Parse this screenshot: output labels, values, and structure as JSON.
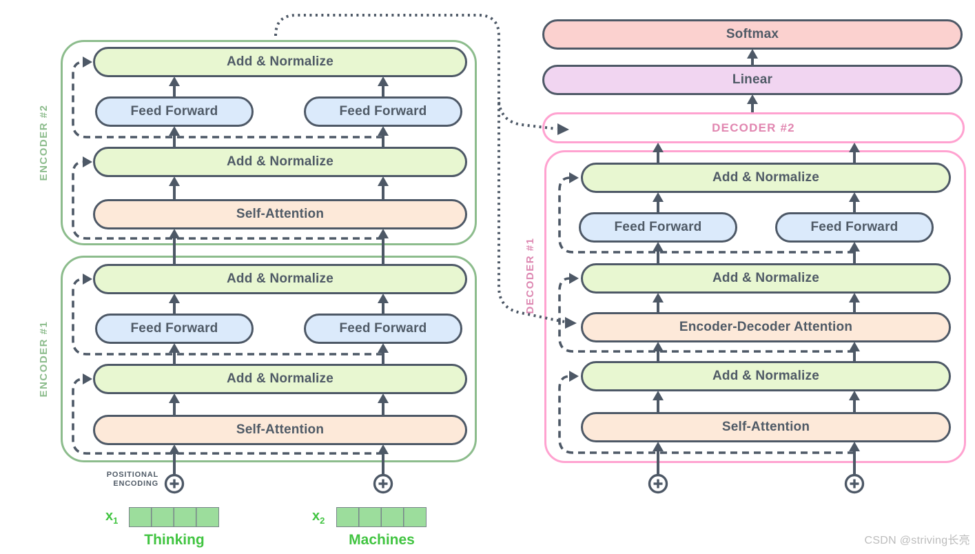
{
  "encoder2": {
    "label": "ENCODER #2",
    "add_normalize_top": "Add & Normalize",
    "feed_forward_left": "Feed Forward",
    "feed_forward_right": "Feed Forward",
    "add_normalize_mid": "Add & Normalize",
    "self_attention": "Self-Attention"
  },
  "encoder1": {
    "label": "ENCODER #1",
    "add_normalize_top": "Add & Normalize",
    "feed_forward_left": "Feed Forward",
    "feed_forward_right": "Feed Forward",
    "add_normalize_mid": "Add & Normalize",
    "self_attention": "Self-Attention"
  },
  "decoder2": {
    "label": "DECODER #2"
  },
  "decoder1": {
    "label": "DECODER #1",
    "add_normalize_top": "Add & Normalize",
    "feed_forward_left": "Feed Forward",
    "feed_forward_right": "Feed Forward",
    "add_normalize_mid": "Add & Normalize",
    "encoder_decoder_attention": "Encoder-Decoder Attention",
    "add_normalize_bottom": "Add & Normalize",
    "self_attention": "Self-Attention"
  },
  "output_layers": {
    "softmax": "Softmax",
    "linear": "Linear"
  },
  "inputs": {
    "positional_encoding": {
      "line1": "POSITIONAL",
      "line2": "ENCODING"
    },
    "tokens": [
      {
        "vector_label": "x",
        "vector_subscript": "1",
        "word": "Thinking",
        "cells": 4
      },
      {
        "vector_label": "x",
        "vector_subscript": "2",
        "word": "Machines",
        "cells": 4
      }
    ]
  },
  "watermark": "CSDN @striving长亮",
  "colors": {
    "outline_slate": "#4d5866",
    "encoder_green": "#8cbc8c",
    "decoder_pink": "#ffa2d0",
    "decoder_pink_text": "#dd87b1",
    "fill_add_normalize": "#e8f7d1",
    "fill_feed_forward": "#dbeafb",
    "fill_attention": "#fde9d9",
    "fill_softmax": "#fbd1cf",
    "fill_linear": "#f1d5f1",
    "token_green": "#41c441",
    "vector_green": "#9cdd9c",
    "watermark_gray": "#bcbcbc"
  }
}
